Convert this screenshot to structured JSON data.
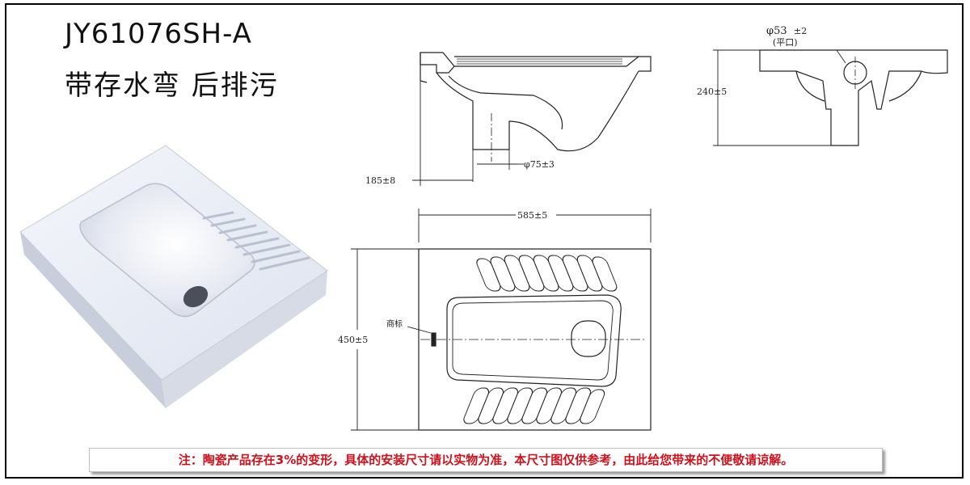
{
  "product": {
    "model": "JY61076SH-A",
    "description": "带存水弯 后排污"
  },
  "side_view": {
    "outlet_diameter": "φ75±3",
    "outlet_offset": "185±8"
  },
  "front_view": {
    "outlet_diameter": "φ53",
    "outlet_tolerance": "±2",
    "outlet_note": "(平口)",
    "height": "240±5"
  },
  "top_view": {
    "length": "585±5",
    "width": "450±5",
    "trademark_label": "商标"
  },
  "note": "注：陶瓷产品存在3%的变形，具体的安装尺寸请以实物为准，本尺寸图仅供参考，由此给您带来的不便敬请谅解。",
  "colors": {
    "note_text": "#d0101a",
    "line": "#222222"
  }
}
